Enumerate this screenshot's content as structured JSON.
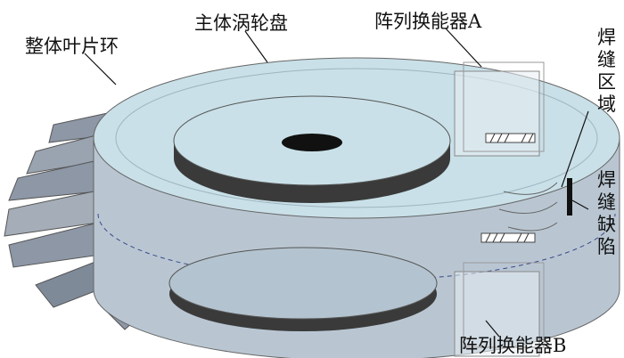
{
  "labels": {
    "blade_ring": "整体叶片环",
    "turbine_disk": "主体涡轮盘",
    "transducer_a": "阵列换能器A",
    "weld_zone": "焊缝区域",
    "weld_defect": "焊缝缺陷",
    "transducer_b": "阵列换能器B"
  },
  "colors": {
    "disk_top": "#c9e0e8",
    "disk_side": "#b9c6d2",
    "hub_side": "#3a3a3a",
    "blade": "#8d97a6"
  }
}
